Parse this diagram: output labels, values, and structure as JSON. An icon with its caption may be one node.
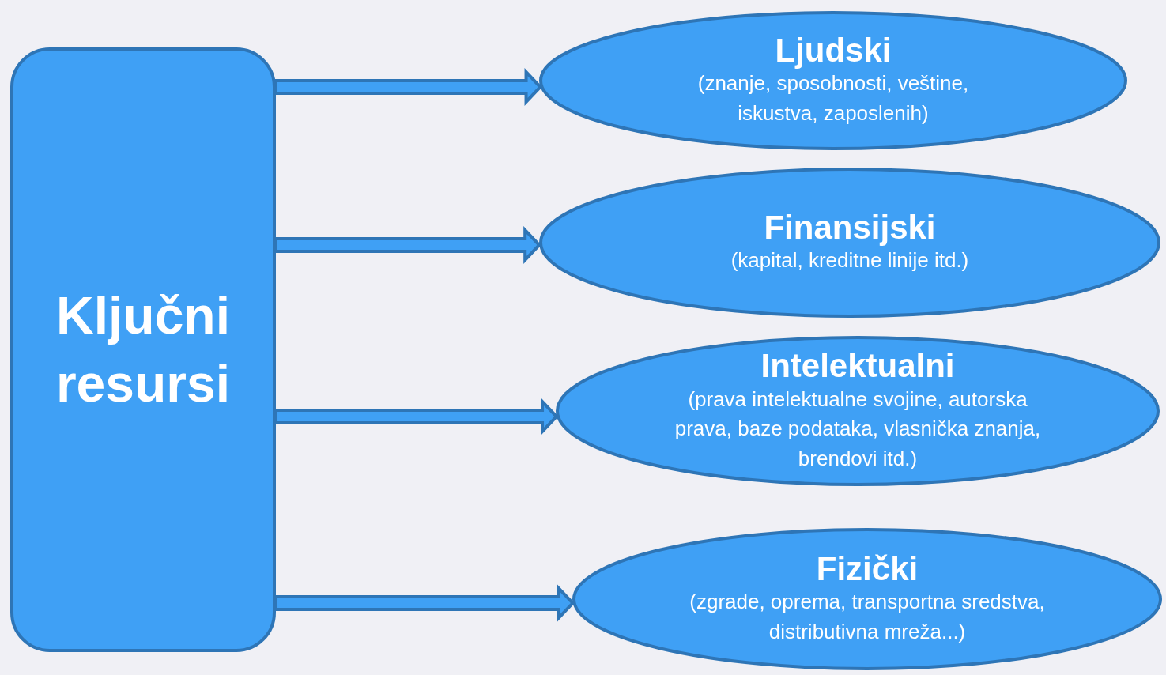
{
  "diagram": {
    "nodes": [
      {
        "text": [
          "Ključni resursi"
        ]
      },
      {
        "text": [
          "Ljudski",
          "(znanje, sposobnosti, veštine, iskustva, zaposlenih)"
        ]
      },
      {
        "text": [
          "Finansijski",
          "(kapital, kreditne linije itd.)"
        ]
      },
      {
        "text": [
          "Intelektualni",
          "(prava intelektualne svojine, autorska prava, baze podataka, vlasnička znanja, brendovi itd.)"
        ]
      },
      {
        "text": [
          "Fizički",
          "(zgrade, oprema, transportna sredstva, distributivna mreža...)"
        ]
      }
    ],
    "edges": [
      {
        "from": 0,
        "to": 1,
        "arrow": "to"
      },
      {
        "from": 0,
        "to": 2,
        "arrow": "to"
      },
      {
        "from": 0,
        "to": 3,
        "arrow": "to"
      },
      {
        "from": 0,
        "to": 4,
        "arrow": "to"
      }
    ]
  }
}
